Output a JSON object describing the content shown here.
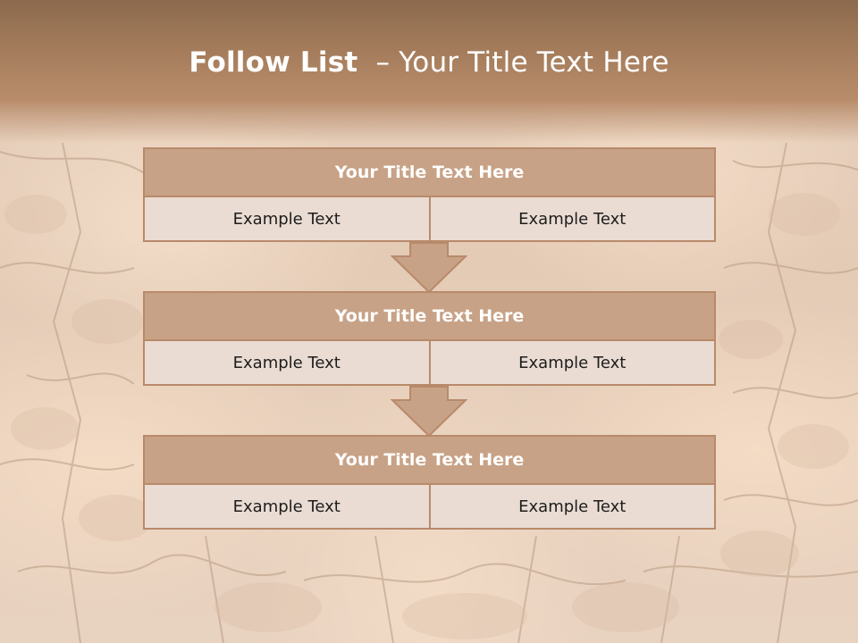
{
  "slide": {
    "title_bold": "Follow List",
    "title_rest": "  – Your Title Text Here"
  },
  "steps": [
    {
      "title": "Your Title Text Here",
      "left": "Example Text",
      "right": "Example Text"
    },
    {
      "title": "Your Title Text Here",
      "left": "Example Text",
      "right": "Example Text"
    },
    {
      "title": "Your Title Text Here",
      "left": "Example Text",
      "right": "Example Text"
    }
  ],
  "colors": {
    "header_top": "#8c6a4e",
    "box_title_fill": "#c8a286",
    "box_border": "#b88a6a",
    "cell_fill": "#eadcd3",
    "arrow_fill": "#c8a286"
  }
}
